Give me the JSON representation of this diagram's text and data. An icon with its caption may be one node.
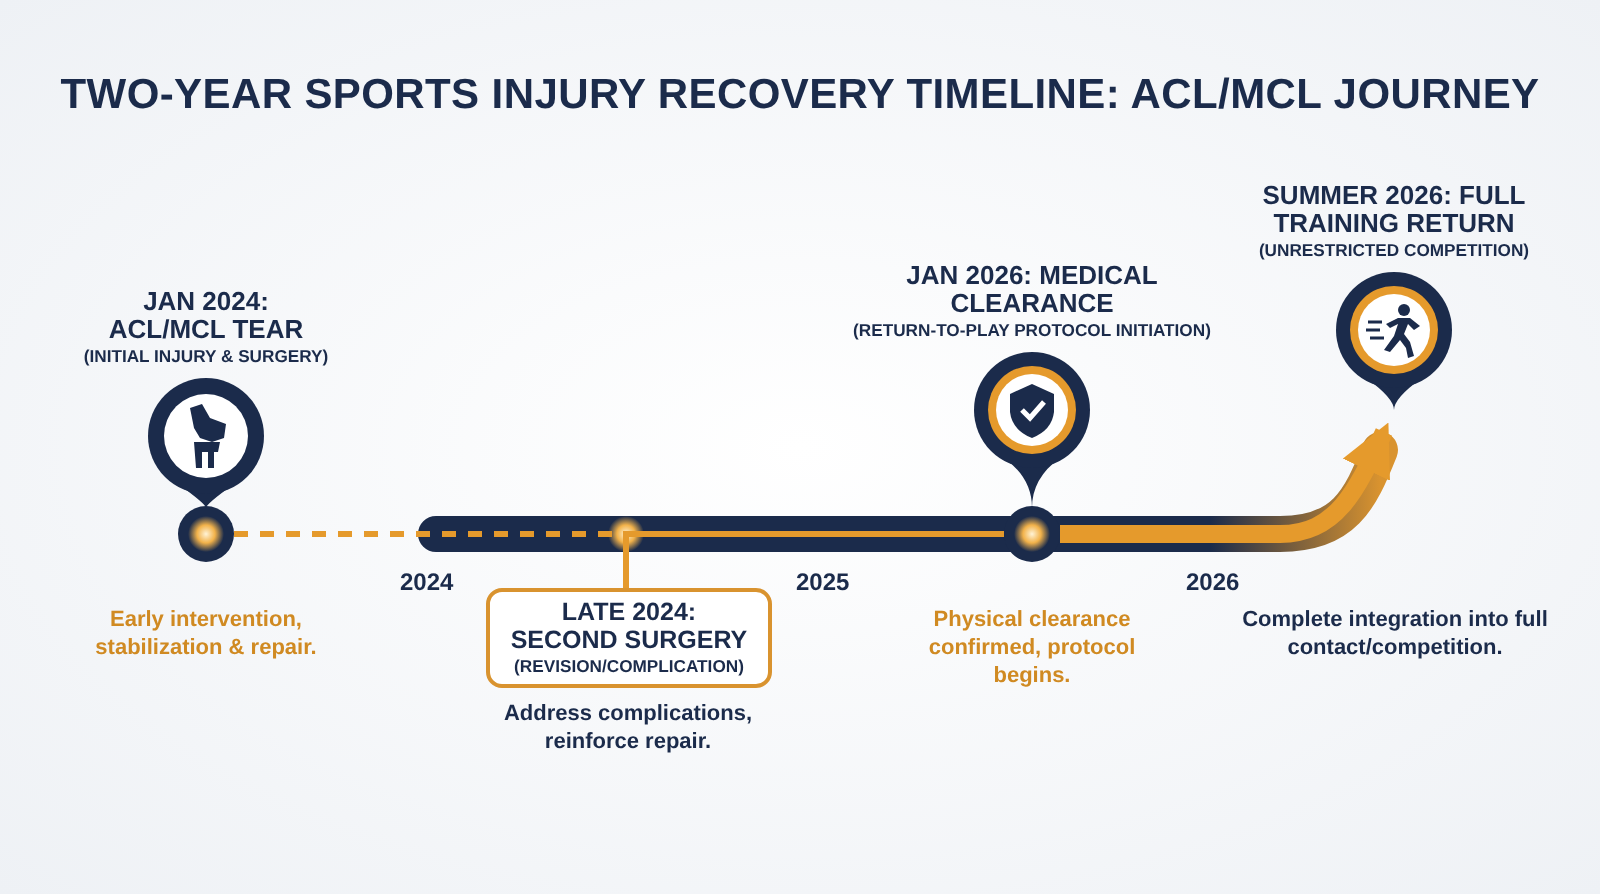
{
  "diagram": {
    "title": "TWO-YEAR SPORTS INJURY RECOVERY TIMELINE: ACL/MCL JOURNEY",
    "nodes": [
      {
        "text": [
          "JAN 2024: ACL/MCL TEAR",
          "(INITIAL INJURY & SURGERY)"
        ],
        "beside": [
          "Early intervention, stabilization & repair."
        ]
      },
      {
        "text": [
          "LATE 2024: SECOND SURGERY",
          "(REVISION/COMPLICATION)"
        ],
        "beside": [
          "Address complications, reinforce repair."
        ]
      },
      {
        "text": [
          "JAN 2026: MEDICAL CLEARANCE",
          "(RETURN-TO-PLAY PROTOCOL INITIATION)"
        ],
        "beside": [
          "Physical clearance confirmed, protocol begins."
        ]
      },
      {
        "text": [
          "SUMMER 2026: FULL TRAINING RETURN",
          "(UNRESTRICTED COMPETITION)"
        ]
      }
    ],
    "edges": [
      {
        "from": 0,
        "to": 1,
        "arrow": "none",
        "style": "dashed"
      },
      {
        "from": 1,
        "to": 2,
        "arrow": "none"
      },
      {
        "from": 2,
        "to": 3,
        "arrow": "to",
        "style": "thick"
      }
    ],
    "labels": [
      "2024",
      "2025",
      "2026",
      "Complete integration into full contact/competition."
    ]
  }
}
